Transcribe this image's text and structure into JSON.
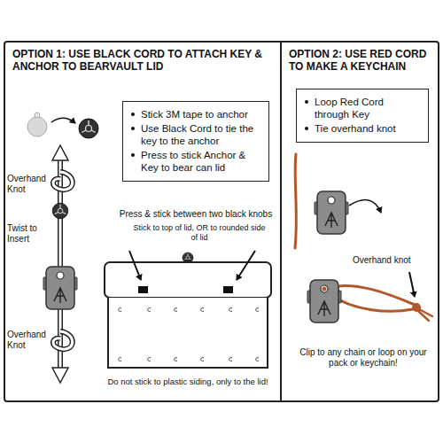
{
  "diagram": {
    "nodes": [
      {
        "text": [
          "OPTION 1: USE BLACK CORD TO ATTACH KEY & ANCHOR TO BEARVAULT LID"
        ]
      },
      {
        "text": [
          "Stick 3M tape to anchor",
          "Use Black Cord to tie the key to the anchor",
          "Press to stick Anchor & Key to bear can lid"
        ],
        "in": 0
      },
      {
        "text": [
          "OPTION 2: USE RED CORD TO MAKE A KEYCHAIN"
        ]
      },
      {
        "text": [
          "Loop Red Cord through Key",
          "Tie overhand knot"
        ],
        "in": 2
      }
    ],
    "labels": [
      "Overhand Knot",
      "Twist to Insert",
      "Overhand Knot",
      "Press & stick between two black knobs",
      "Stick to top of lid, OR to rounded side of lid",
      "Do not stick to plastic siding, only to the lid!",
      "Overhand knot",
      "Clip to any chain or loop on your pack or keychain!"
    ]
  }
}
